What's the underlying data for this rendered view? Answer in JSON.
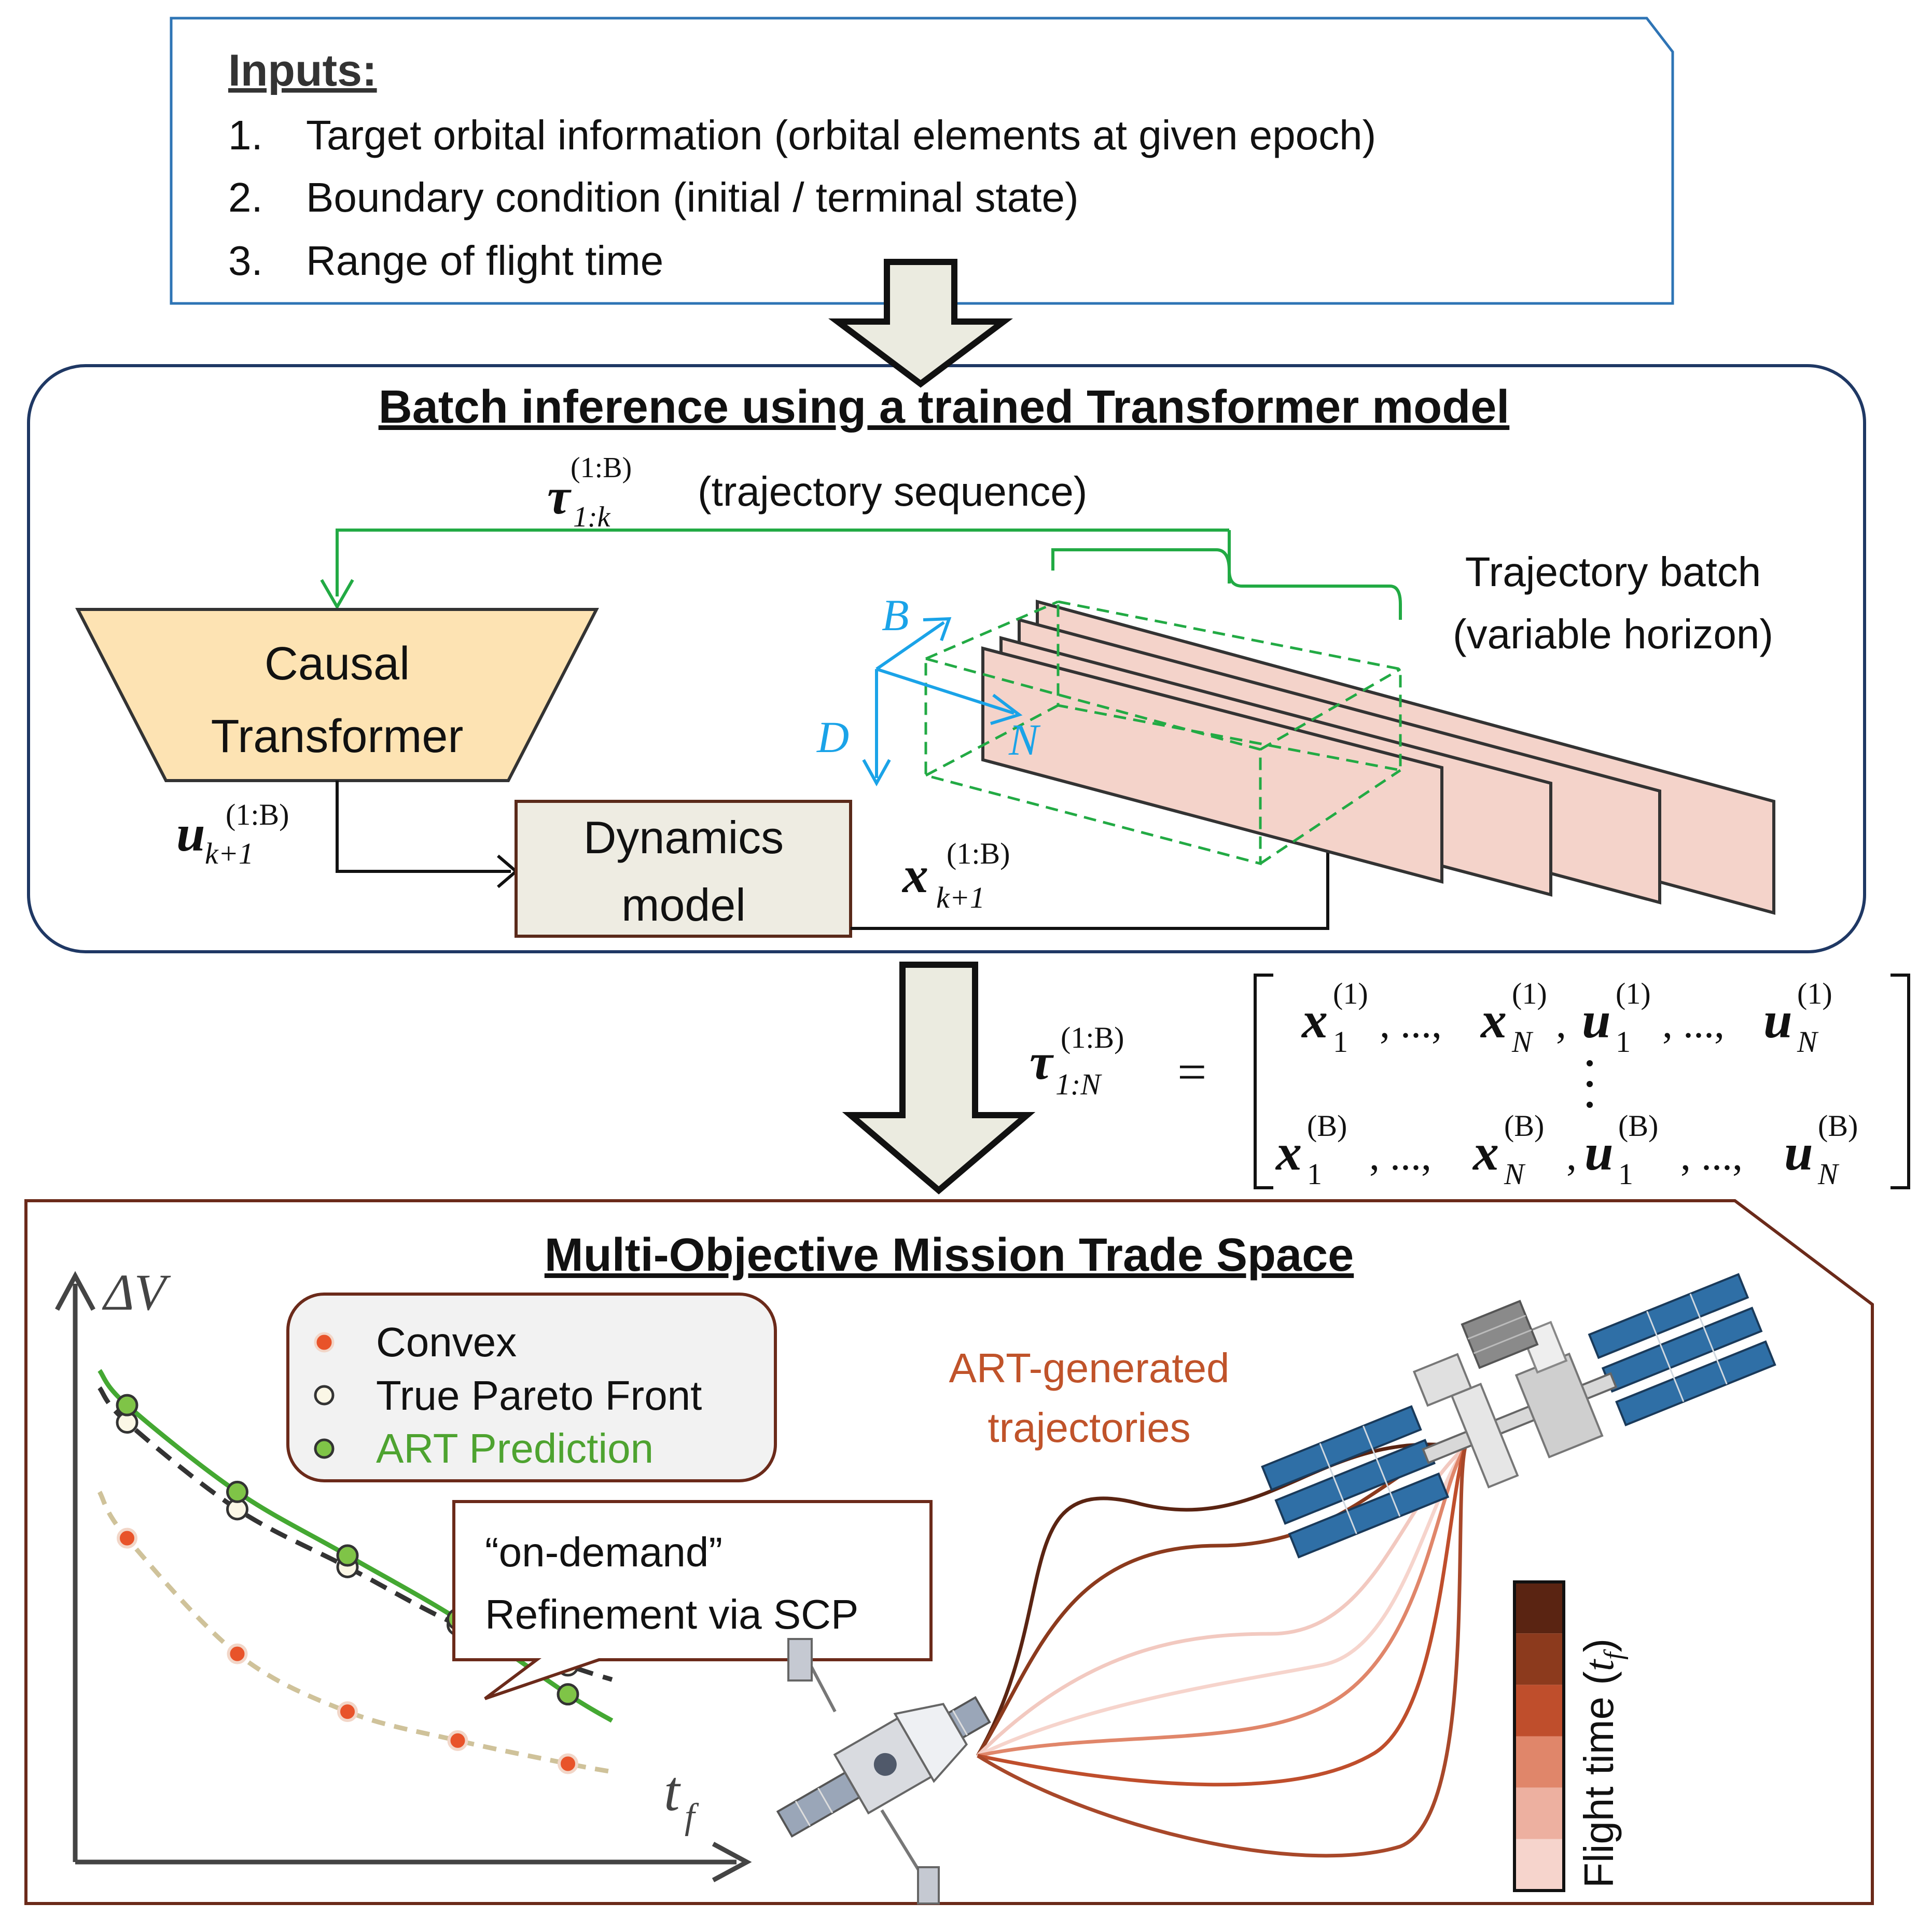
{
  "inputs": {
    "heading": "Inputs:",
    "items": [
      {
        "num": "1.",
        "text": "Target orbital information (orbital elements at given epoch)"
      },
      {
        "num": "2.",
        "text": "Boundary condition (initial / terminal state)"
      },
      {
        "num": "3.",
        "text": "Range of flight time"
      }
    ]
  },
  "batch": {
    "title": "Batch inference using a trained Transformer model",
    "seq_symbol": "τ",
    "seq_sub": "1:k",
    "seq_sup": "(1:B)",
    "seq_label": "(trajectory sequence)",
    "transformer_line1": "Causal",
    "transformer_line2": "Transformer",
    "dynamics_line1": "Dynamics",
    "dynamics_line2": "model",
    "u_symbol": "u",
    "u_sub": "k+1",
    "u_sup": "(1:B)",
    "x_symbol": "x",
    "x_sub": "k+1",
    "x_sup": "(1:B)",
    "traj_batch_line1": "Trajectory batch",
    "traj_batch_line2": "(variable horizon)",
    "axis_b": "B",
    "axis_d": "D",
    "axis_n": "N"
  },
  "matrix": {
    "lhs_symbol": "τ",
    "lhs_sub": "1:N",
    "lhs_sup": "(1:B)",
    "equals": "=",
    "row1": {
      "x1": "x",
      "x1_sub": "1",
      "x1_sup": "(1)",
      "xn_sub": "N",
      "xn_sup": "(1)",
      "u1_sub": "1",
      "u1_sup": "(1)",
      "un_sub": "N",
      "un_sup": "(1)"
    },
    "row2": {
      "x1_sub": "1",
      "x1_sup": "(B)",
      "xn_sub": "N",
      "xn_sup": "(B)",
      "u1_sub": "1",
      "u1_sup": "(B)",
      "un_sub": "N",
      "un_sup": "(B)"
    },
    "ellipsis": ", ...,",
    "comma": ","
  },
  "trade": {
    "title": "Multi-Objective Mission Trade Space",
    "y_label": "ΔV",
    "x_label": "t",
    "x_label_sub": "f",
    "legend": [
      {
        "label": "Convex",
        "fill": "#e8532a",
        "stroke": "#f2d6c8"
      },
      {
        "label": "True Pareto Front",
        "fill": "#fbf7e6",
        "stroke": "#333333"
      },
      {
        "label": "ART Prediction",
        "fill": "#7fc447",
        "stroke": "#333333"
      }
    ],
    "art_label_color": "#4ea330",
    "callout_line1": "“on-demand”",
    "callout_line2": "Refinement via SCP",
    "art_gen_line1": "ART-generated",
    "art_gen_line2": "trajectories",
    "colorbar_label": "Flight time (",
    "colorbar_symbol": "t",
    "colorbar_sub": "f",
    "colorbar_close": ")",
    "colorbar_colors": [
      "#5a2412",
      "#8c3a1d",
      "#bf4e2c",
      "#e0866a",
      "#edb0a0",
      "#f6d4cc"
    ]
  },
  "chart_data": {
    "type": "line",
    "xlabel": "t_f",
    "ylabel": "ΔV",
    "series": [
      {
        "name": "Convex",
        "x": [
          1,
          2,
          3,
          4,
          5
        ],
        "y": [
          5.6,
          3.6,
          2.6,
          2.1,
          1.7
        ]
      },
      {
        "name": "True Pareto Front",
        "x": [
          1,
          2,
          3,
          4,
          5
        ],
        "y": [
          7.6,
          6.1,
          5.1,
          4.1,
          3.4
        ]
      },
      {
        "name": "ART Prediction",
        "x": [
          1,
          2,
          3,
          4,
          5
        ],
        "y": [
          7.9,
          6.4,
          5.3,
          4.2,
          2.9
        ]
      }
    ]
  },
  "colors": {
    "inputs_border": "#2e74b5",
    "batch_border": "#1f3864",
    "trade_border": "#6b2a1a",
    "green_flow": "#22aa44",
    "blue_axis": "#1aa3e8",
    "trapezoid_fill": "#fde3b3",
    "dynamics_fill": "#eeece2",
    "panel_fill": "#f4d3ca",
    "arrow_fill": "#ebebe0"
  }
}
